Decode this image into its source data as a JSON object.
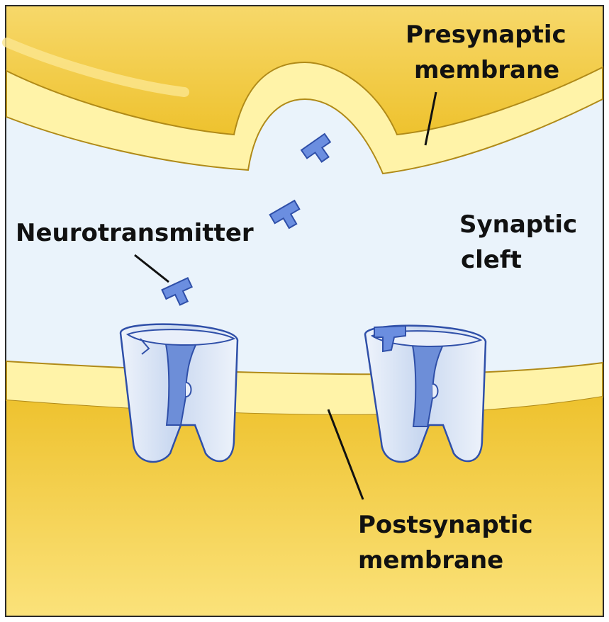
{
  "labels": {
    "presynaptic_line1": "Presynaptic",
    "presynaptic_line2": "membrane",
    "synaptic_line1": "Synaptic",
    "synaptic_line2": "cleft",
    "neurotransmitter": "Neurotransmitter",
    "postsynaptic_line1": "Postsynaptic",
    "postsynaptic_line2": "membrane"
  },
  "colors": {
    "cytoplasm_yellow": "#f4cf3c",
    "membrane_yellow": "#fff3a8",
    "cleft_blue": "#eaf3fb",
    "channel_light": "#d6e3f5",
    "channel_dark": "#5f7fcf",
    "neurotransmitter": "#6b8ee0"
  },
  "icons": {
    "neurotransmitter": "t-shaped-molecule",
    "receptor": "ion-channel-receptor"
  }
}
